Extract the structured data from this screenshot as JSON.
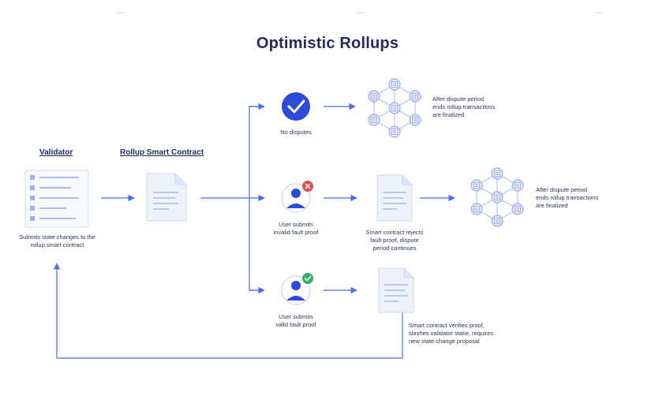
{
  "title": "Optimistic Rollups",
  "headers": {
    "validator": "Validator",
    "contract": "Rollup Smart Contract"
  },
  "captions": {
    "validator": [
      "Submits state changes to the",
      "rollup smart contract"
    ],
    "no_disputes": [
      "No disputes"
    ],
    "finalized_top": [
      "After dispute period",
      "ends rollup transactions",
      "are finalized"
    ],
    "invalid": [
      "User submits",
      "invalid fault proof"
    ],
    "rejects": [
      "Smart contract rejects",
      "fault proof, dispute",
      "period continues"
    ],
    "finalized_mid": [
      "After dispute period",
      "ends rollup transactions",
      "are finalized"
    ],
    "valid": [
      "User submits",
      "valid fault proof"
    ],
    "verifies": [
      "Smart contract verifies proof,",
      "slashes validator stake, requires",
      "new state change proposal"
    ]
  },
  "colors": {
    "title": "#1f2d5c",
    "arrow": "#4a6cf0",
    "check_circle": "#2c4cd8",
    "error_badge": "#e5484d",
    "success_badge": "#2fb36b",
    "doc_fill": "#eef2fb",
    "doc_line": "#9db1e6"
  },
  "icons": {
    "validator_list": "state-list-icon",
    "contract": "document-icon",
    "check": "check-circle-icon",
    "network": "network-nodes-icon",
    "user": "user-avatar-icon",
    "error": "x-badge-icon",
    "success": "check-badge-icon"
  }
}
